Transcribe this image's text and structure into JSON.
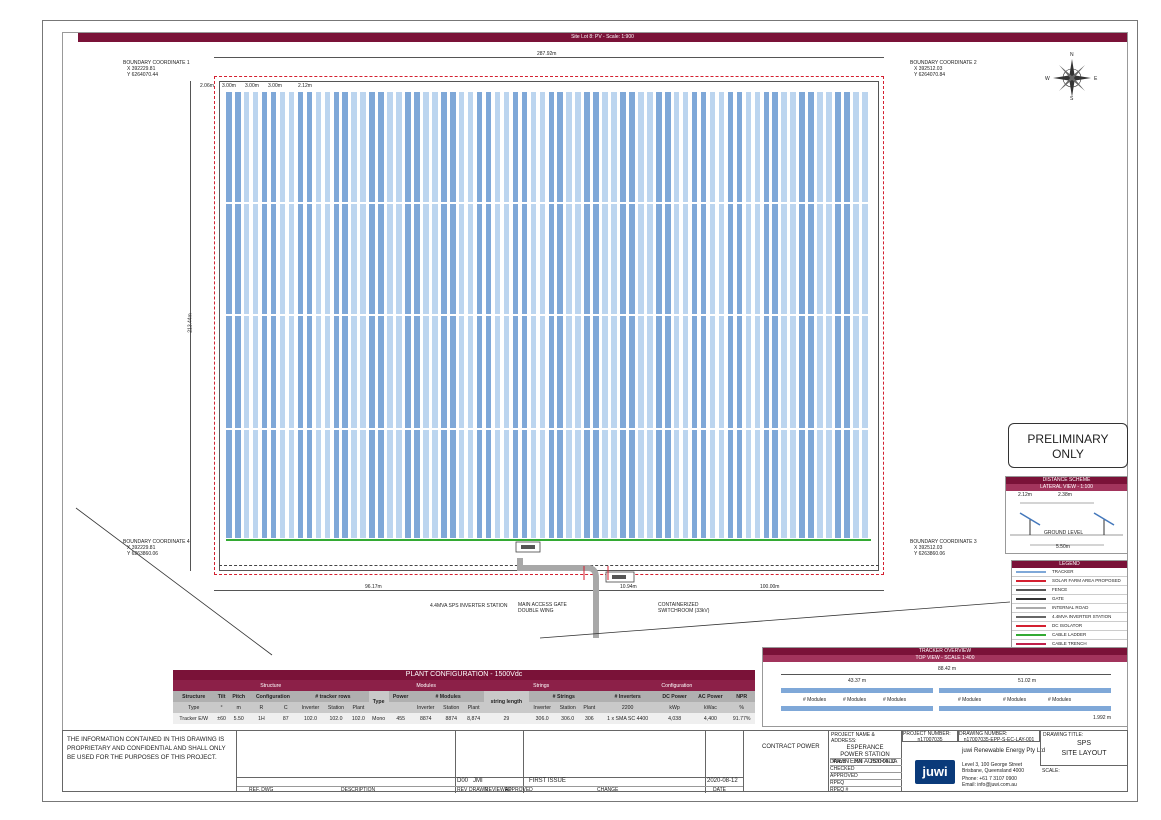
{
  "sheet": {
    "title_bar": "Site Lot 8: PV - Scale: 1:900",
    "preliminary": [
      "PRELIMINARY",
      "ONLY"
    ]
  },
  "site": {
    "overall_width": "287.92m",
    "overall_height": "213.44m",
    "row_gap_labels": [
      "2.06m",
      "3.00m",
      "3.00m",
      "3.00m",
      "2.12m"
    ],
    "boundary": [
      {
        "label": "BOUNDARY COORDINATE 1",
        "x": "X   392229.81",
        "y": "Y   6264070.44"
      },
      {
        "label": "BOUNDARY COORDINATE 2",
        "x": "X   392512.03",
        "y": "Y   6264070.84"
      },
      {
        "label": "BOUNDARY COORDINATE 4",
        "x": "X   392229.81",
        "y": "Y   6263860.06"
      },
      {
        "label": "BOUNDARY COORDINATE 3",
        "x": "X   392512.03",
        "y": "Y   6263860.06"
      }
    ],
    "bottom_dims": [
      "96.17m",
      "10.94m",
      "100.00m"
    ],
    "inverter_label": "4.4MVA  SPS INVERTER STATION",
    "gate_label": [
      "MAIN ACCESS GATE",
      "DOUBLE WING"
    ],
    "container_label": [
      "CONTAINERIZED",
      "SWITCHROOM (33kV)"
    ]
  },
  "compass": {
    "n": "N",
    "s": "S",
    "e": "E",
    "w": "W"
  },
  "distance_scheme": {
    "title": "DISTANCE SCHEME",
    "subtitle": "LATERAL VIEW - 1:100",
    "dims": [
      "2.12m",
      "2.38m",
      "5.50m"
    ],
    "ground": "GROUND LEVEL"
  },
  "legend": {
    "title": "LEGEND",
    "items": [
      {
        "label": "TRACKER",
        "color": "#7fa8d8"
      },
      {
        "label": "SOLAR FARM AREA PROPOSED",
        "color": "#d42030"
      },
      {
        "label": "FENCE",
        "color": "#555555"
      },
      {
        "label": "GATE",
        "color": "#333333"
      },
      {
        "label": "INTERNAL ROAD",
        "color": "#aaaaaa"
      },
      {
        "label": "4.4MVA INVERTER STATION",
        "color": "#666666"
      },
      {
        "label": "DC ISOLATOR",
        "color": "#d42030"
      },
      {
        "label": "CABLE LADDER",
        "color": "#33aa33"
      },
      {
        "label": "CABLE TRENCH",
        "color": "#c0204a"
      }
    ]
  },
  "tracker_overview": {
    "title": "TRACKER OVERVIEW",
    "subtitle": "TOP VIEW - SCALE 1:400",
    "total": "88.42 m",
    "left": "43.37 m",
    "right": "51.02 m",
    "modules_label": "# Modules",
    "bottom_dim": "1.992 m"
  },
  "plant_config": {
    "title": "PLANT CONFIGURATION - 1500Vdc",
    "groups": [
      "Structure",
      "Modules",
      "Strings",
      "Configuration"
    ],
    "headers1": [
      "Structure",
      "Tilt",
      "Pitch",
      "Configuration",
      "# tracker rows",
      "Type",
      "Power",
      "# Modules",
      "string length",
      "# Strings",
      "# Inverters",
      "DC Power",
      "AC Power",
      "NPR"
    ],
    "headers2": [
      "Type",
      "°",
      "m",
      "R",
      "C",
      "Inverter",
      "Station",
      "Plant",
      "",
      "",
      "Inverter",
      "Station",
      "Plant",
      "",
      "Inverter",
      "Station",
      "Plant",
      "2200",
      "kWp",
      "kWac",
      "%"
    ],
    "row": [
      "Tracker E/W",
      "±60",
      "5.50",
      "1H",
      "87",
      "102.0",
      "102.0",
      "102.0",
      "Mono",
      "455",
      "8874",
      "8874",
      "8,874",
      "29",
      "306.0",
      "306.0",
      "306",
      "1 x SMA SC 4400",
      "4,038",
      "4,400",
      "91.77%"
    ]
  },
  "disclaimer": "THE INFORMATION CONTAINED IN THIS DRAWING IS PROPRIETARY AND  CONFIDENTIAL AND SHALL ONLY BE USED FOR THE PURPOSES OF THIS PROJECT.",
  "revision": {
    "rev": "D00",
    "drawn": "JMI",
    "description": "FIRST ISSUE",
    "date": "2020-08-12",
    "col_labels": [
      "REV",
      "DRAWN",
      "REVIEWED",
      "APPROVED",
      "CHANGE",
      "DATE",
      "REF. DWG",
      "DESCRIPTION"
    ]
  },
  "title_block": {
    "client": "CONTRACT POWER",
    "project_label": "PROJECT NAME & ADDRESS:",
    "project": [
      "ESPERANCE",
      "POWER STATION",
      "WESTERN AUSTRALIA"
    ],
    "project_number_label": "PROJECT NUMBER:",
    "project_number": "n17007035",
    "drawing_number_label": "DRAWING NUMBER:",
    "drawing_number": "n17007035-EPP-S-EC-LAY-001",
    "company": "juwi Renewable Energy Pty Ltd",
    "address": [
      "Level 3, 100 George Street",
      "Brisbane, Queensland 4000"
    ],
    "contact": [
      "Phone: +61 7 3107 0900",
      "Email: info@juwi.com.au"
    ],
    "drawing_title_label": "DRAWING TITLE:",
    "drawing_title": [
      "SPS",
      "SITE LAYOUT"
    ],
    "scale_label": "SCALE:",
    "sign_rows": [
      {
        "label": "DRAWN",
        "name": "JMI",
        "date": "2020-08-12"
      },
      {
        "label": "CHECKED",
        "name": "",
        "date": ""
      },
      {
        "label": "APPROVED",
        "name": "",
        "date": ""
      },
      {
        "label": "RPEQ",
        "name": "",
        "date": ""
      },
      {
        "label": "RPEQ #",
        "name": "",
        "date": ""
      }
    ],
    "logo": "juwi"
  }
}
